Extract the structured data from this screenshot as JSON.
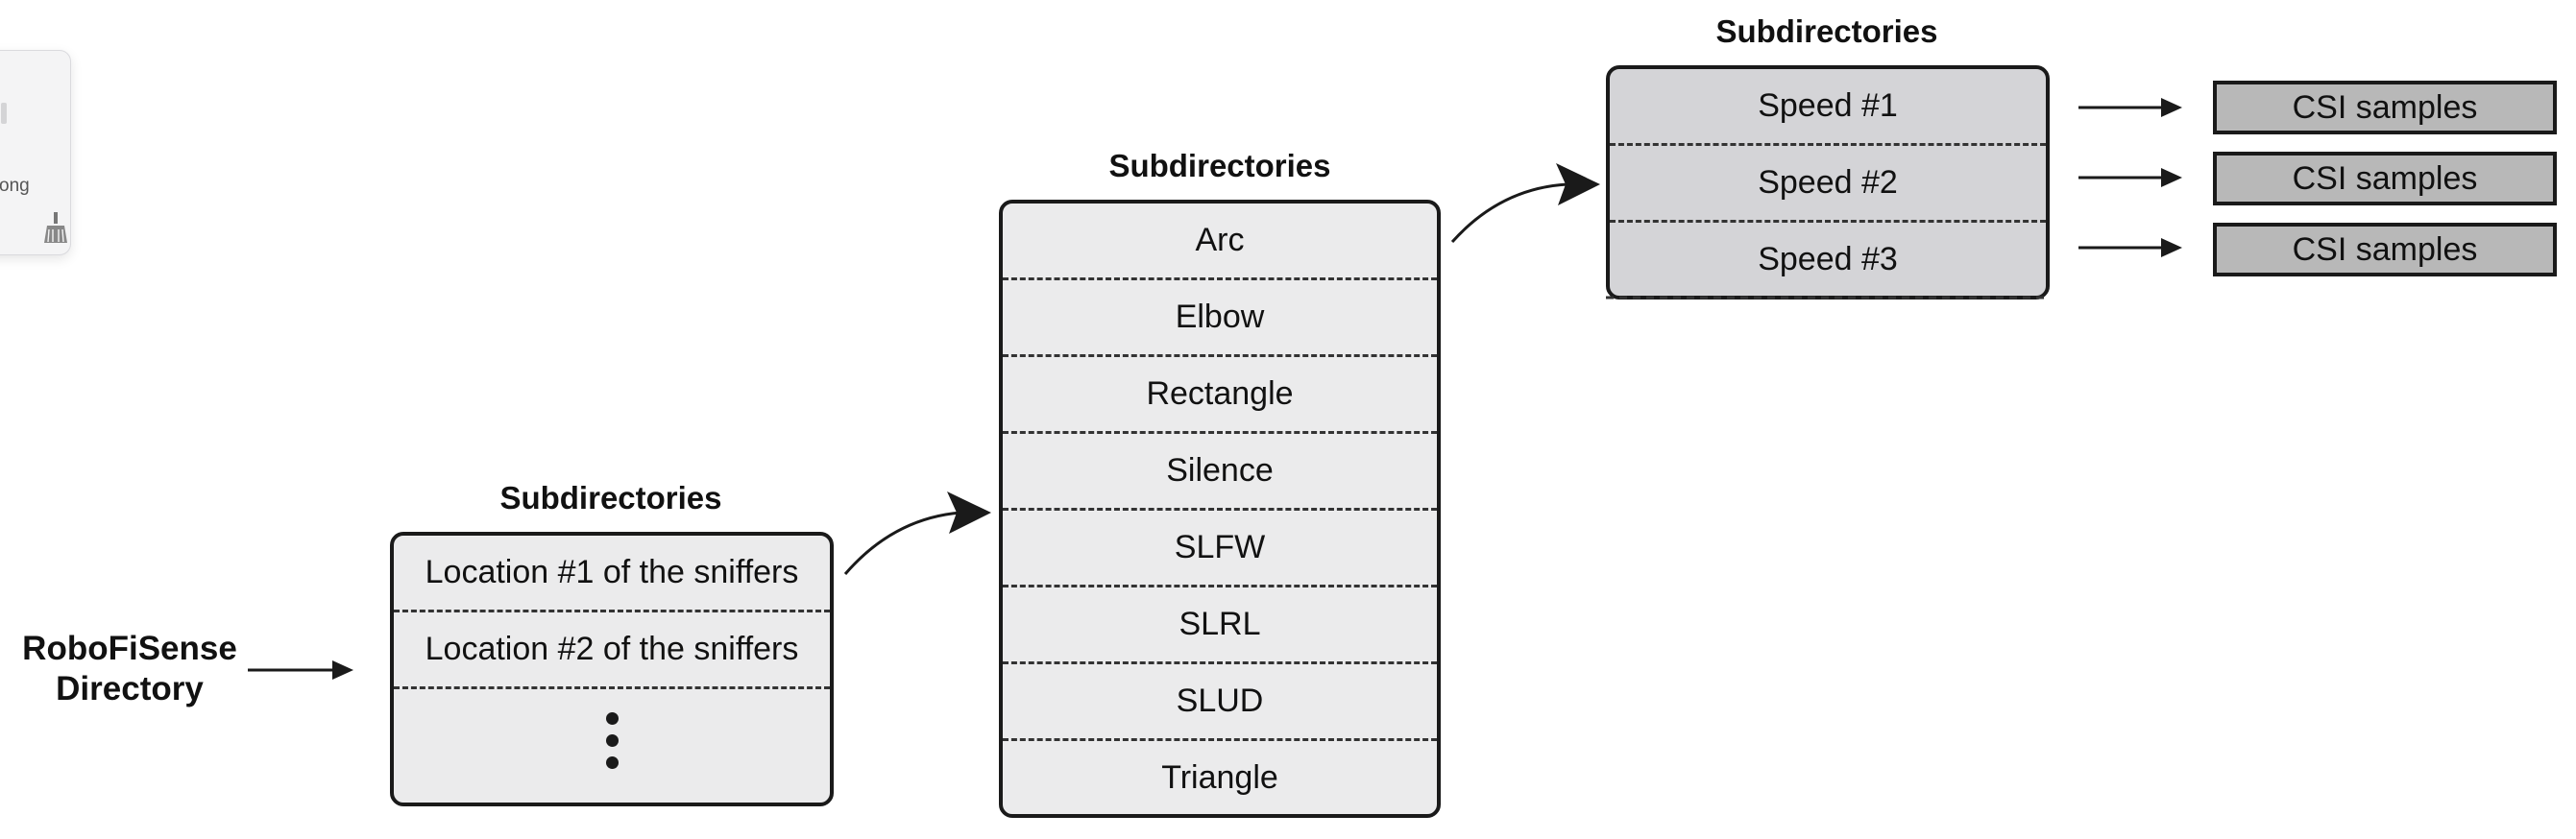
{
  "background_panel": {
    "partial_label": "ong"
  },
  "root": {
    "label": "RoboFiSense\nDirectory"
  },
  "level1": {
    "heading": "Subdirectories",
    "items": [
      "Location #1 of the sniffers",
      "Location #2 of the sniffers"
    ]
  },
  "level2": {
    "heading": "Subdirectories",
    "items": [
      "Arc",
      "Elbow",
      "Rectangle",
      "Silence",
      "SLFW",
      "SLRL",
      "SLUD",
      "Triangle"
    ]
  },
  "level3": {
    "heading": "Subdirectories",
    "items": [
      "Speed #1",
      "Speed #2",
      "Speed #3"
    ]
  },
  "leaves": {
    "items": [
      "CSI samples",
      "CSI samples",
      "CSI samples"
    ]
  }
}
